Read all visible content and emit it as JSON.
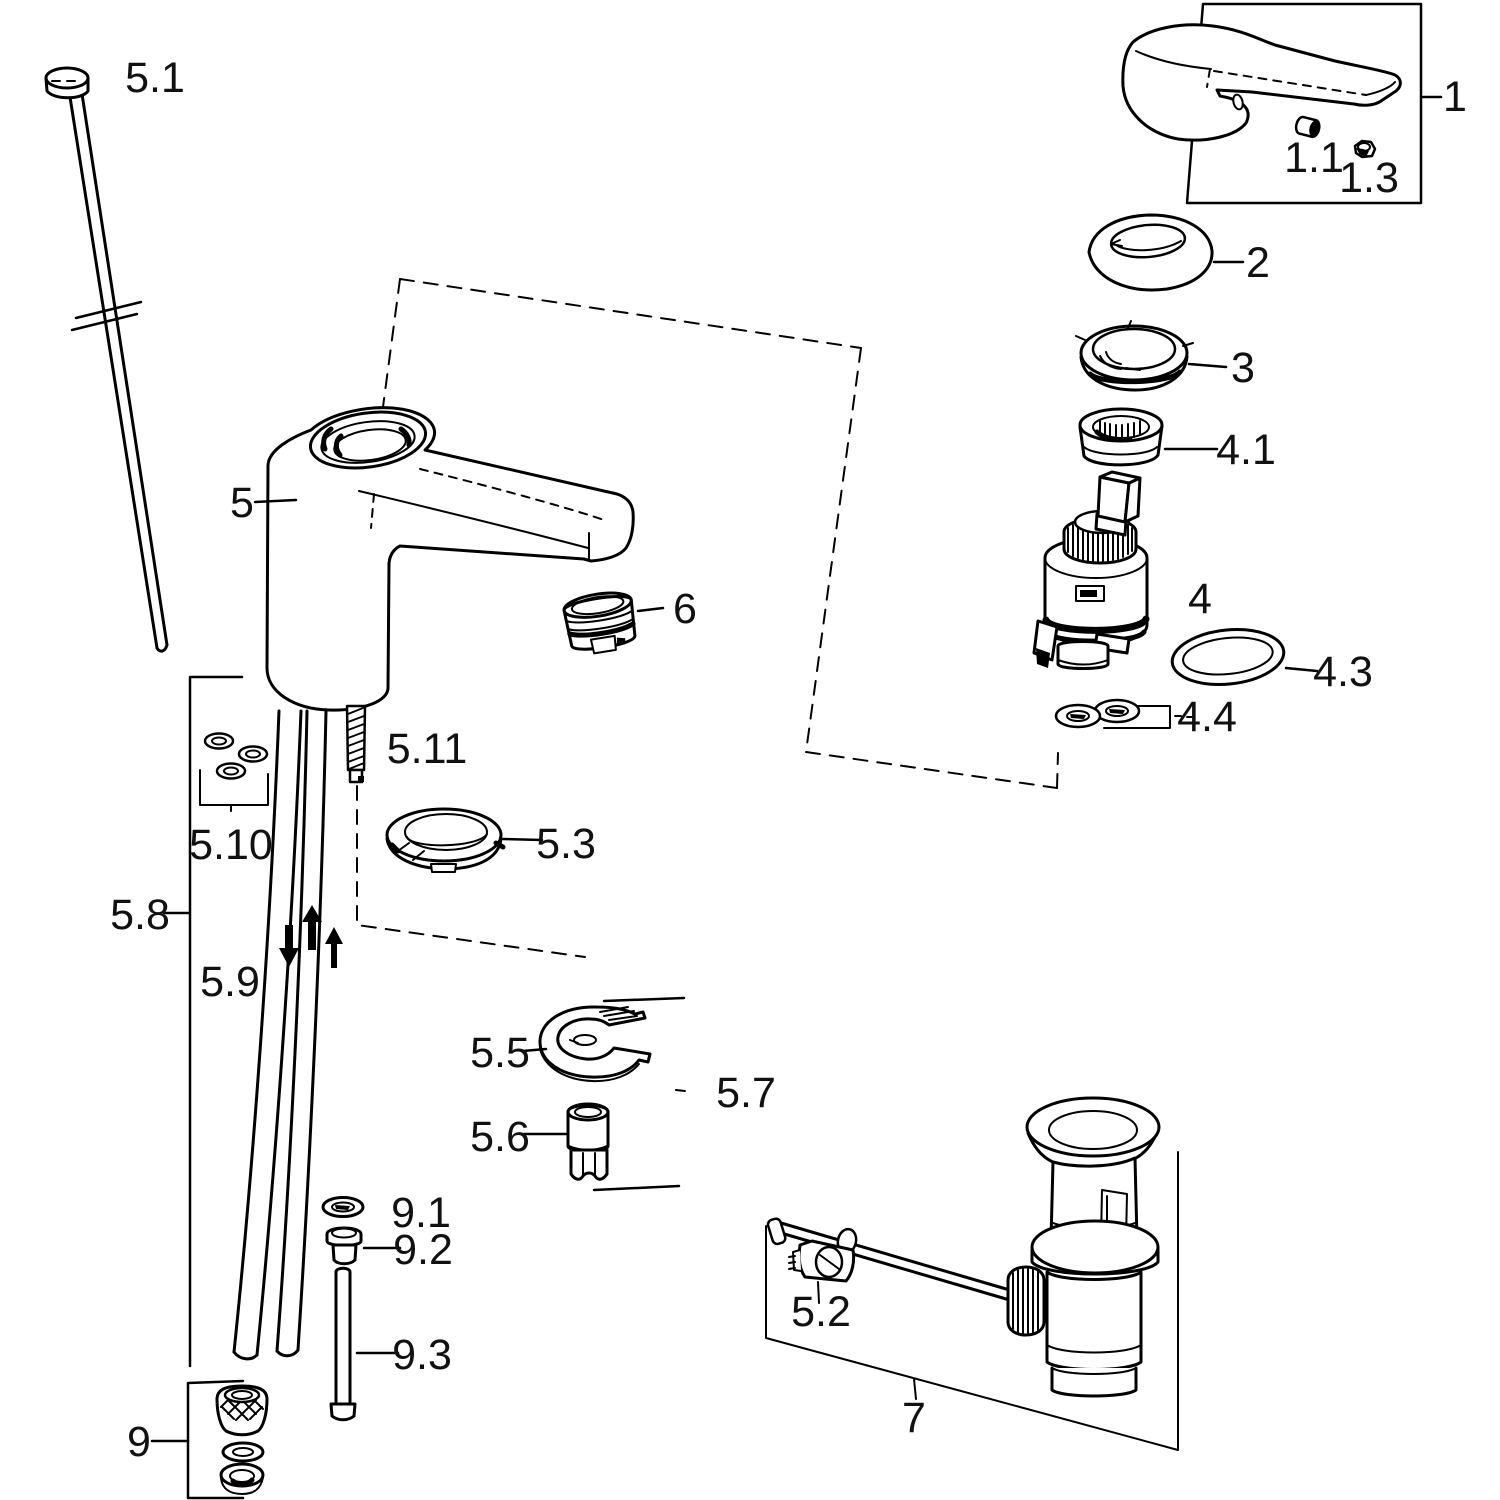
{
  "colors": {
    "line": "#000000",
    "background": "#ffffff",
    "label_text": "#111111"
  },
  "labels": {
    "l5_1": "5.1",
    "l1": "1",
    "l1_1": "1.1",
    "l1_3": "1.3",
    "l2": "2",
    "l3": "3",
    "l4_1": "4.1",
    "l4": "4",
    "l4_3": "4.3",
    "l4_4": "4.4",
    "l5": "5",
    "l6": "6",
    "l5_11": "5.11",
    "l5_3": "5.3",
    "l5_10": "5.10",
    "l5_8": "5.8",
    "l5_9": "5.9",
    "l5_5": "5.5",
    "l5_7": "5.7",
    "l5_6": "5.6",
    "l9_1": "9.1",
    "l9_2": "9.2",
    "l9_3": "9.3",
    "l9": "9",
    "l5_2": "5.2",
    "l7": "7"
  }
}
